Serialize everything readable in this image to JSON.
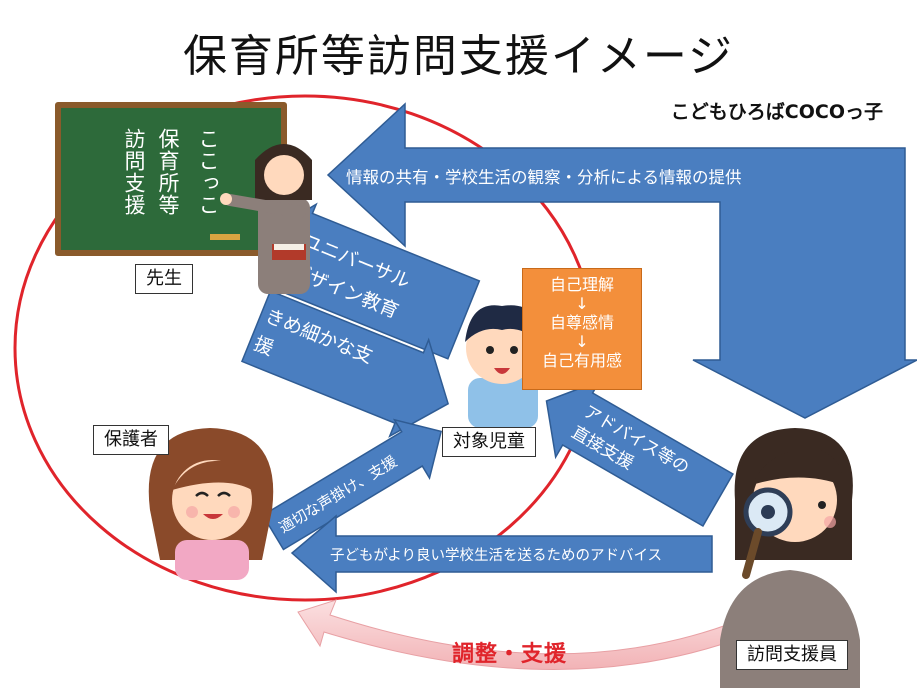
{
  "title": "保育所等訪問支援イメージ",
  "organization": "こどもひろばCOCOっ子",
  "blackboard": {
    "col1": "ここっこ",
    "col2": "保育所等",
    "col3": "訪問支援"
  },
  "roles": {
    "teacher": "先生",
    "guardian": "保護者",
    "child": "対象児童",
    "visitor": "訪問支援員"
  },
  "arrows": {
    "info_sharing": "情報の共有・学校生活の観察・分析による情報の提供",
    "universal_1": "ユニバーサル",
    "universal_2": "デザイン教育",
    "careful_1": "きめ細かな支",
    "careful_2": "援",
    "appropriate": "適切な声掛け、支援",
    "advice_1": "アドバイス等の",
    "advice_2": "直接支援",
    "school_life": "子どもがより良い学校生活を送るためのアドバイス",
    "adjust": "調整・支援"
  },
  "growth": {
    "step1": "自己理解",
    "arrow1": "↓",
    "step2": "自尊感情",
    "arrow2": "↓",
    "step3": "自己有用感"
  },
  "colors": {
    "arrow_blue": "#4a7ec0",
    "arrow_border": "#2f5c94",
    "blackboard": "#2d6a3a",
    "board_frame": "#8a5a2b",
    "ellipse_red": "#e0242b",
    "orange": "#f38f3b",
    "pink_arrow": "#f2b3b6"
  }
}
